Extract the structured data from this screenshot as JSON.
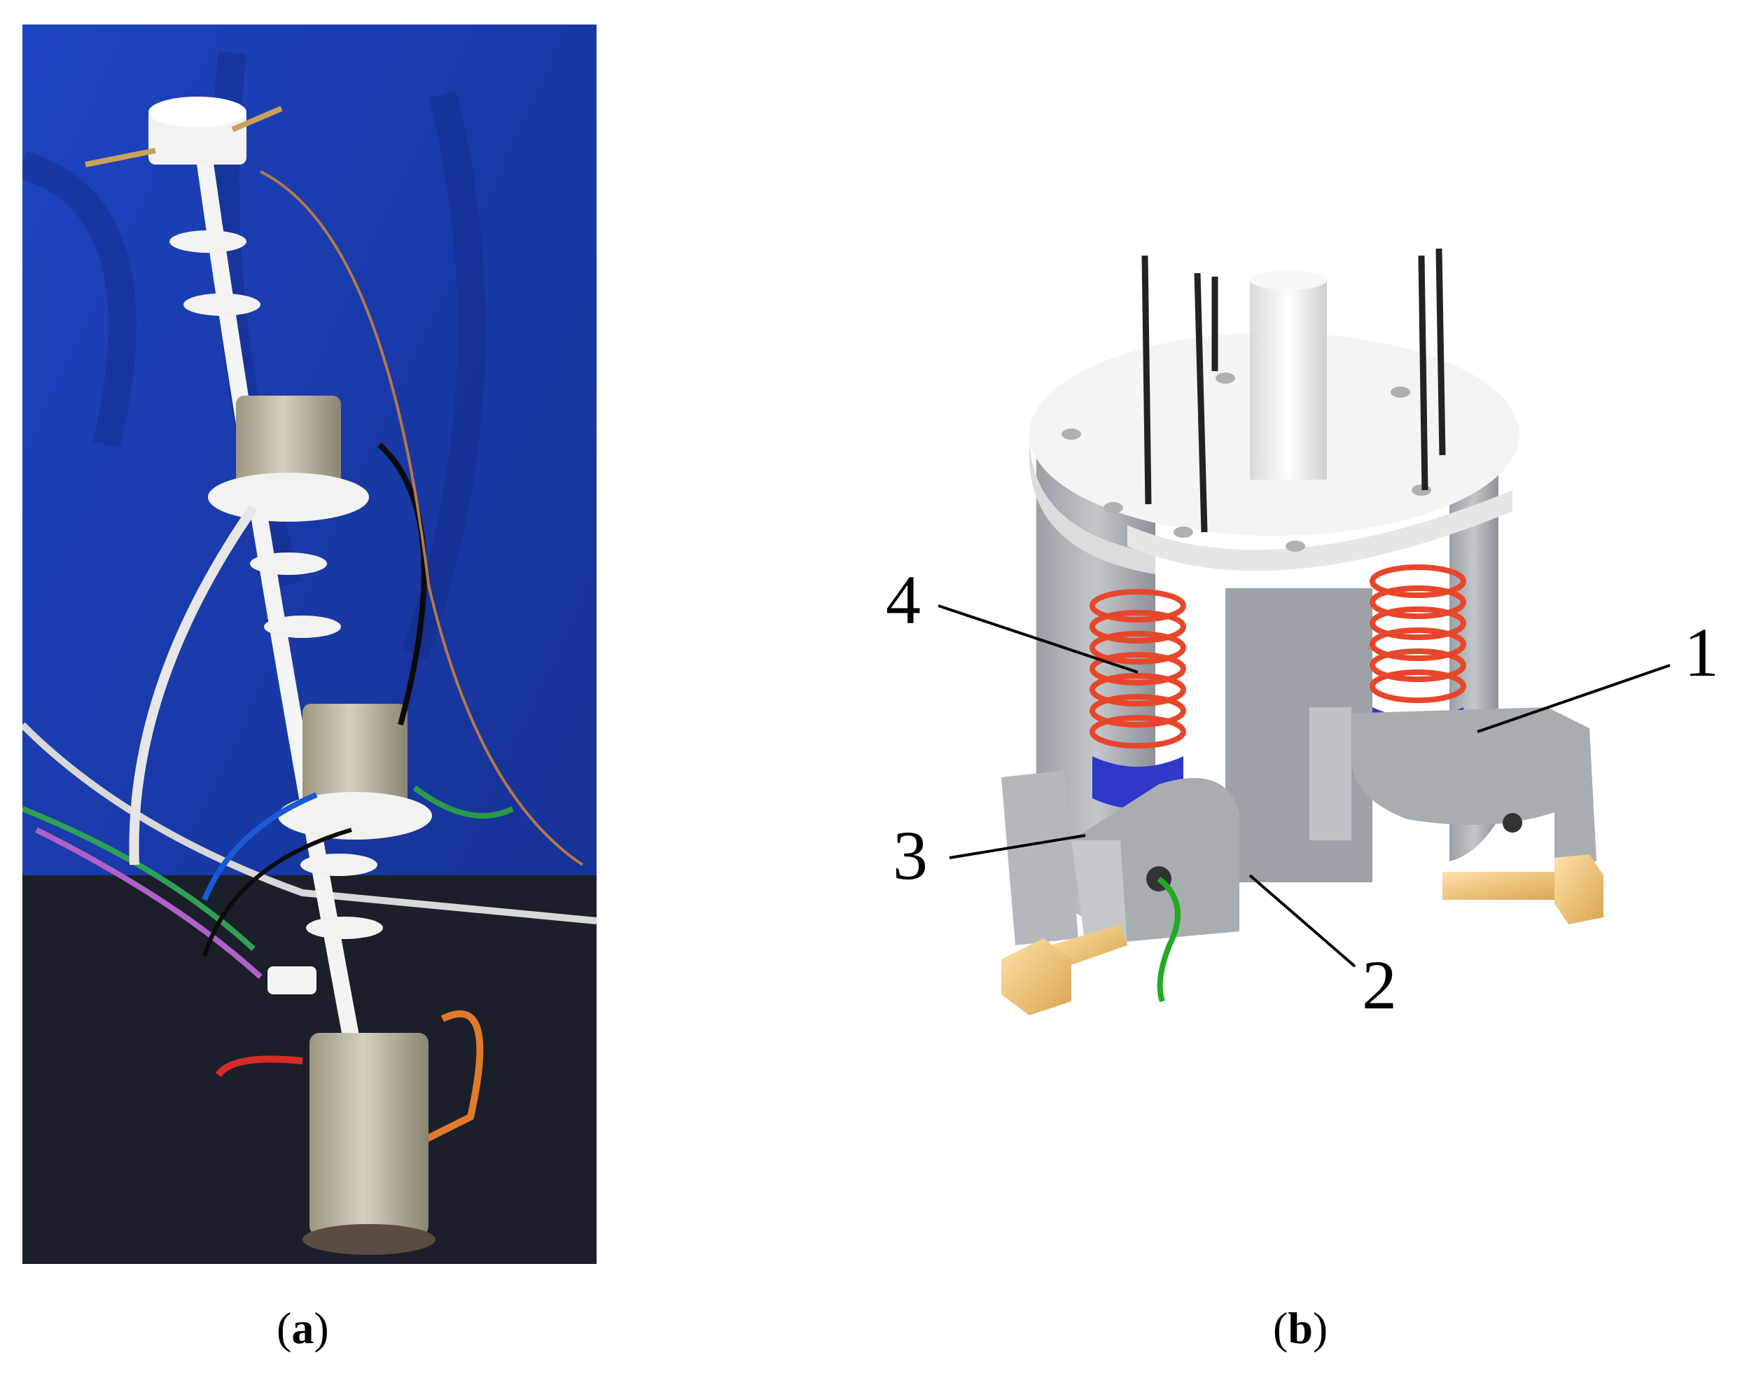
{
  "figure": {
    "panel_a": {
      "caption_prefix": "(",
      "caption_letter": "a",
      "caption_suffix": ")",
      "colors": {
        "backdrop": "#1d3fb0",
        "table": "#1a1f2a",
        "body": "#bdb7a4",
        "disc": "#f2f2f0"
      }
    },
    "panel_b": {
      "caption_prefix": "(",
      "caption_letter": "b",
      "caption_suffix": ")",
      "callouts": [
        "1",
        "2",
        "3",
        "4"
      ],
      "colors": {
        "housing": "#a8adb2",
        "top_plate": "#f4f4f4",
        "spring": "#e8462b",
        "magnet": "#2f38c8",
        "screw": "#f3c77a",
        "wire": "#22aa22"
      }
    }
  }
}
